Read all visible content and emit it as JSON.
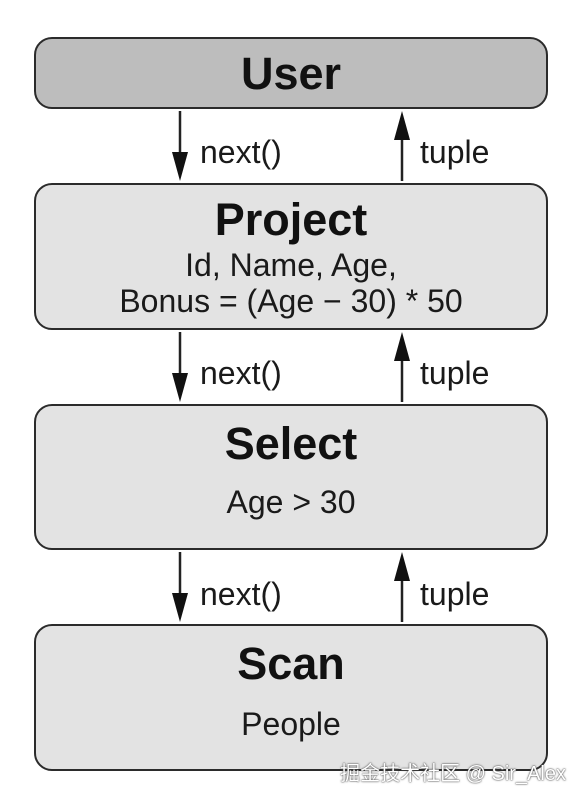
{
  "nodes": {
    "user": {
      "title": "User"
    },
    "project": {
      "title": "Project",
      "line1": "Id, Name, Age,",
      "line2": "Bonus = (Age − 30) * 50"
    },
    "select": {
      "title": "Select",
      "line1": "Age > 30"
    },
    "scan": {
      "title": "Scan",
      "line1": "People"
    }
  },
  "edges": [
    {
      "down_label": "next()",
      "up_label": "tuple"
    },
    {
      "down_label": "next()",
      "up_label": "tuple"
    },
    {
      "down_label": "next()",
      "up_label": "tuple"
    }
  ],
  "watermark": "掘金技术社区 @ Sir_Alex",
  "colors": {
    "user_fill": "#bdbdbd",
    "node_fill": "#e3e3e3",
    "stroke": "#2b2b2b"
  }
}
